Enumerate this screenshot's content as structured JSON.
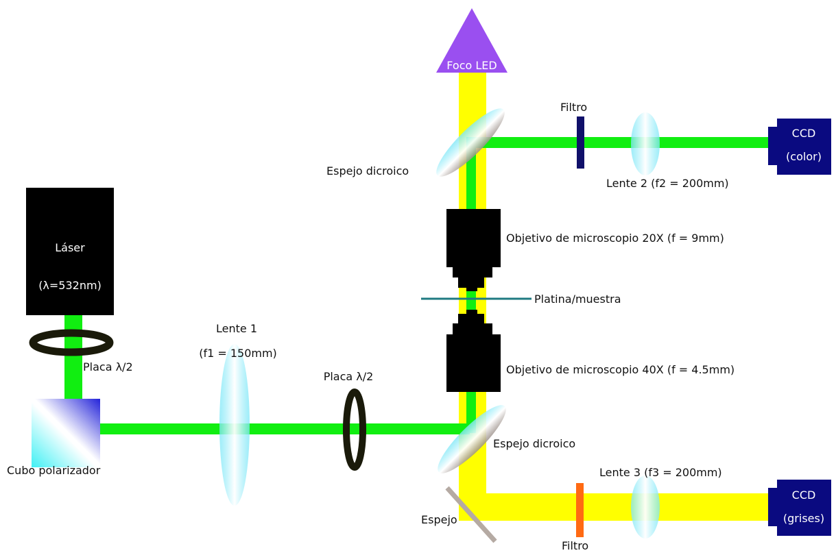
{
  "colors": {
    "laser_beam": "#11ee11",
    "led_beam": "#ffff00",
    "led_source": "#9a4ff0",
    "ccd": "#0a0a80",
    "laser_body": "#000000",
    "objective": "#000000",
    "stage": "#1f7a82",
    "filter_green_path": "#10106a",
    "filter_yellow_path": "#ff6a13",
    "mirror": "#b5aaa3",
    "lens": "#7de7f7",
    "cube": "#2323d9"
  },
  "labels": {
    "laser_name": "Láser",
    "laser_wavelength": "(λ=532nm)",
    "led": "Foco LED",
    "plate1": "Placa λ/2",
    "plate2": "Placa λ/2",
    "cube": "Cubo polarizador",
    "lens1_name": "Lente 1",
    "lens1_focal": "(f1 = 150mm)",
    "dichroic_top": "Espejo dicroico",
    "dichroic_bottom": "Espejo dicroico",
    "filter_top": "Filtro",
    "filter_bottom": "Filtro",
    "lens2": "Lente 2 (f2 = 200mm)",
    "lens3": "Lente 3 (f3 = 200mm)",
    "ccd_color_line1": "CCD",
    "ccd_color_line2": "(color)",
    "ccd_gray_line1": "CCD",
    "ccd_gray_line2": "(grises)",
    "objective_top": "Objetivo de microscopio 20X (f = 9mm)",
    "objective_bottom": "Objetivo de microscopio 40X (f = 4.5mm)",
    "stage": "Platina/muestra",
    "mirror": "Espejo"
  }
}
